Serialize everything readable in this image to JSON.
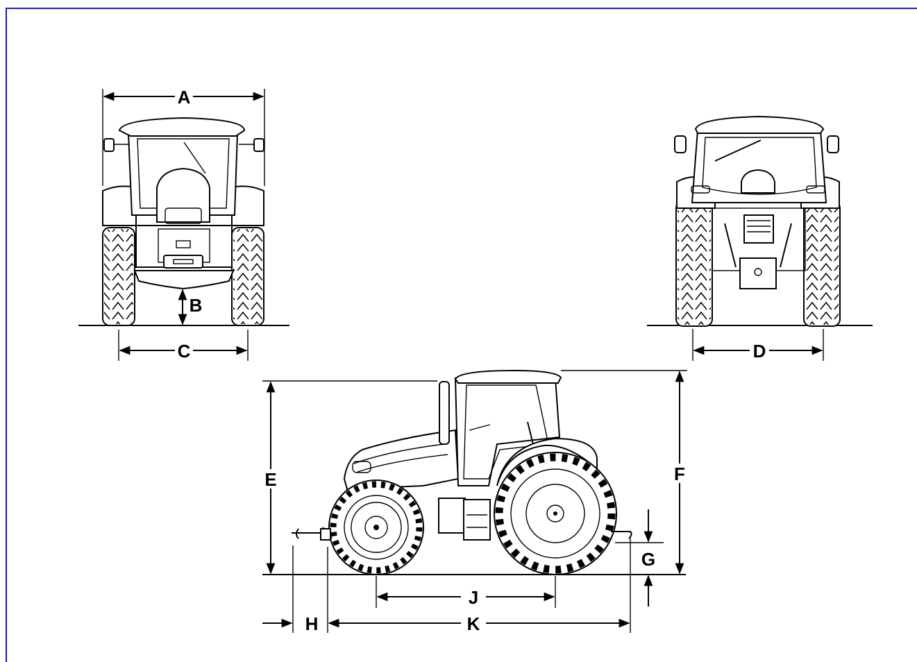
{
  "dimensions": {
    "A": "A",
    "B": "B",
    "C": "C",
    "D": "D",
    "E": "E",
    "F": "F",
    "G": "G",
    "H": "H",
    "J": "J",
    "K": "K"
  },
  "colors": {
    "frame": "#1d1da8",
    "line": "#000000",
    "background": "#ffffff"
  }
}
